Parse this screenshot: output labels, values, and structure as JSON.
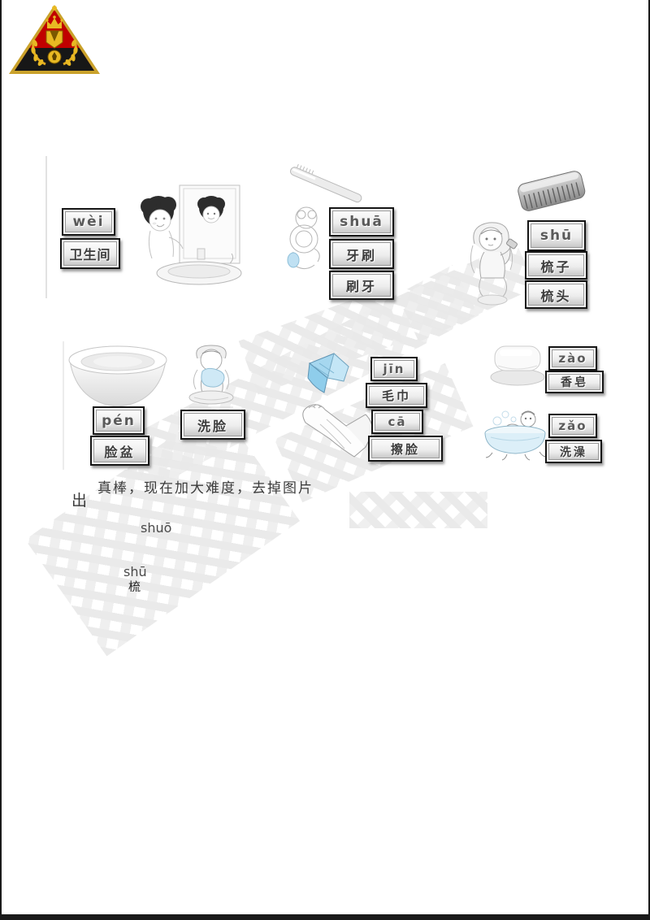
{
  "logo": {
    "name": "triangle-crown-emblem",
    "red": "#c00000",
    "black": "#171717",
    "gold": "#e3a820"
  },
  "row1": {
    "bathroom": {
      "pinyin": "wèi",
      "word": "卫生间",
      "image": "kids-washing-at-sink"
    },
    "brush": {
      "pinyin": "shuā",
      "word_noun": "牙刷",
      "word_verb": "刷牙",
      "image": "toothbrush-and-toothpaste"
    },
    "comb": {
      "pinyin": "shū",
      "word_noun": "梳子",
      "word_verb": "梳头",
      "image": "comb-and-girl-combing-hair"
    }
  },
  "row2": {
    "basin": {
      "pinyin": "pén",
      "word": "脸盆",
      "image": "white-washbasin"
    },
    "washface": {
      "word": "洗脸",
      "image": "child-washing-face"
    },
    "towel": {
      "pinyin_noun": "jīn",
      "word_noun": "毛巾",
      "pinyin_verb": "cā",
      "word_verb": "擦脸",
      "image": "blue-towel-and-drying-hands"
    },
    "soap": {
      "pinyin": "zào",
      "word": "香皂",
      "image": "soap-bar-on-dish"
    },
    "bath": {
      "pinyin": "zǎo",
      "word": "洗澡",
      "image": "child-in-bathtub"
    }
  },
  "footer": {
    "instruction": "真棒，现在加大难度，去掉图片",
    "char_chu": "出",
    "pinyin_shuo": "shuō",
    "pinyin_shu": "shū",
    "char_shu": "梳"
  }
}
